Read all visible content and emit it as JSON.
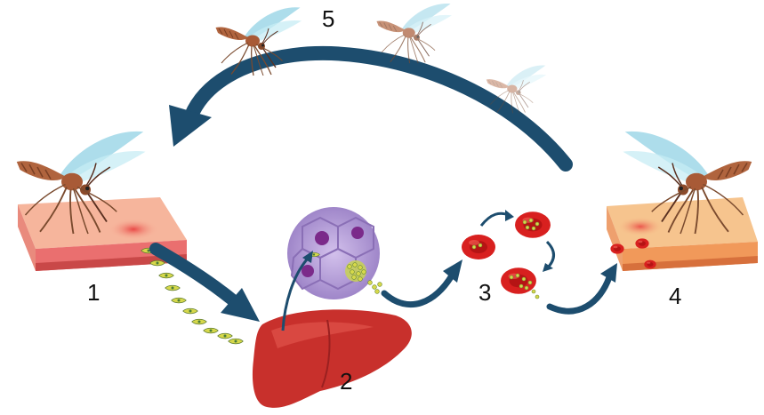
{
  "steps": [
    {
      "number": "1"
    },
    {
      "number": "2"
    },
    {
      "number": "3"
    },
    {
      "number": "4"
    },
    {
      "number": "5"
    }
  ],
  "icons": {
    "mosquito": "mosquito-icon",
    "skin": "skin-patch-icon",
    "liver": "liver-icon",
    "hepatocyte": "hepatocyte-cell-icon",
    "blood_cell": "red-blood-cell-icon",
    "sporozoite": "sporozoite-icon",
    "arrow": "arrow-icon"
  },
  "colors": {
    "arrow": "#1d4d6e",
    "skin_top": "#f6b59c",
    "skin_side": "#ea6f6f",
    "liver": "#c8302c",
    "blood_cell": "#d8201f",
    "hepatocyte": "#b9a3d9",
    "parasite": "#d6d84a",
    "mosquito_body": "#b0643e",
    "mosquito_wing": "#9fd7e8"
  }
}
